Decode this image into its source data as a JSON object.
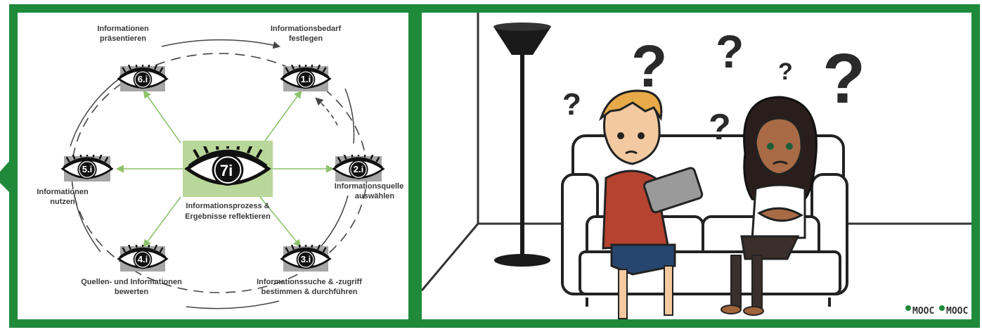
{
  "diagram": {
    "center": {
      "number": "7",
      "letter": "i",
      "label_line1": "Informationsprozess &",
      "label_line2": "Ergebnisse reflektieren"
    },
    "nodes": [
      {
        "number": "1.",
        "letter": "i",
        "label_line1": "Informationsbedarf",
        "label_line2": "festlegen"
      },
      {
        "number": "2.",
        "letter": "i",
        "label_line1": "Informationsquelle",
        "label_line2": "auswählen"
      },
      {
        "number": "3.",
        "letter": "i",
        "label_line1": "Informationssuche & -zugriff",
        "label_line2": "bestimmen & durchführen"
      },
      {
        "number": "4.",
        "letter": "i",
        "label_line1": "Quellen- und Informationen",
        "label_line2": "bewerten"
      },
      {
        "number": "5.",
        "letter": "i",
        "label_line1": "Informationen",
        "label_line2": "nutzen"
      },
      {
        "number": "6.",
        "letter": "i",
        "label_line1": "Informationen",
        "label_line2": "präsentieren"
      }
    ],
    "colors": {
      "frame": "#1e8a3a",
      "center_box": "#b9d79a",
      "node_box": "#a6a6a6",
      "arrow": "#8cc26a"
    }
  },
  "scene": {
    "question_marks": [
      "?",
      "?",
      "?",
      "?",
      "?",
      "?"
    ],
    "brand": {
      "logo_1": "MOOC",
      "logo_2": "MOOC"
    }
  }
}
